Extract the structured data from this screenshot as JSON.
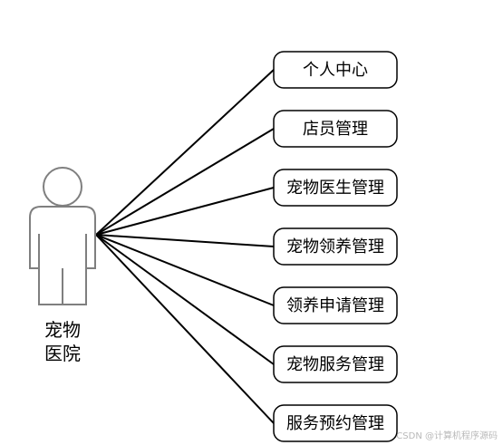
{
  "actor": {
    "label_line1": "宠物",
    "label_line2": "医院"
  },
  "use_cases": [
    {
      "id": "uc-personal-center",
      "label": "个人中心"
    },
    {
      "id": "uc-staff-mgmt",
      "label": "店员管理"
    },
    {
      "id": "uc-pet-doctor-mgmt",
      "label": "宠物医生管理"
    },
    {
      "id": "uc-pet-adoption-mgmt",
      "label": "宠物领养管理"
    },
    {
      "id": "uc-adoption-application-mgmt",
      "label": "领养申请管理"
    },
    {
      "id": "uc-pet-service-mgmt",
      "label": "宠物服务管理"
    },
    {
      "id": "uc-service-booking-mgmt",
      "label": "服务预约管理"
    }
  ],
  "watermark": "CSDN @计算机程序源码",
  "colors": {
    "line": "#000000",
    "actor_stroke": "#7f7f7f",
    "watermark": "#b9b9b9"
  }
}
